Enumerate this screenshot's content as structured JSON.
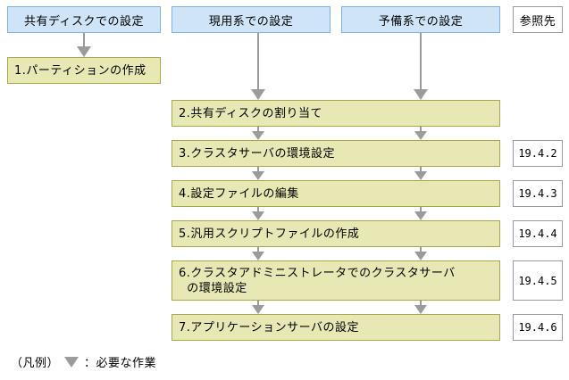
{
  "headers": [
    {
      "label": "共有ディスクでの設定",
      "kind": "column"
    },
    {
      "label": "現用系での設定",
      "kind": "column"
    },
    {
      "label": "予備系での設定",
      "kind": "column"
    },
    {
      "label": "参照先",
      "kind": "reference"
    }
  ],
  "shared_disk_steps": [
    {
      "label": "1.パーティションの作成"
    }
  ],
  "system_steps": [
    {
      "label": "2.共有ディスクの割り当て",
      "reference": ""
    },
    {
      "label": "3.クラスタサーバの環境設定",
      "reference": "19.4.2"
    },
    {
      "label": "4.設定ファイルの編集",
      "reference": "19.4.3"
    },
    {
      "label": "5.汎用スクリプトファイルの作成",
      "reference": "19.4.4"
    },
    {
      "label": "6.クラスタアドミニストレータでのクラスタサーバ\n  の環境設定",
      "reference": "19.4.5"
    },
    {
      "label": "7.アプリケーションサーバの設定",
      "reference": "19.4.6"
    }
  ],
  "legend": {
    "prefix": "（凡例）",
    "icon": "down-triangle-icon",
    "text": "：必要な作業"
  },
  "colors": {
    "header_fill": "#cfe5f7",
    "header_border": "#7fb2e0",
    "process_fill": "#e8e8b4",
    "process_border": "#a8a84a",
    "reference_border": "#9a9a9a",
    "arrow": "#9b9b9b",
    "background": "#ffffff"
  }
}
